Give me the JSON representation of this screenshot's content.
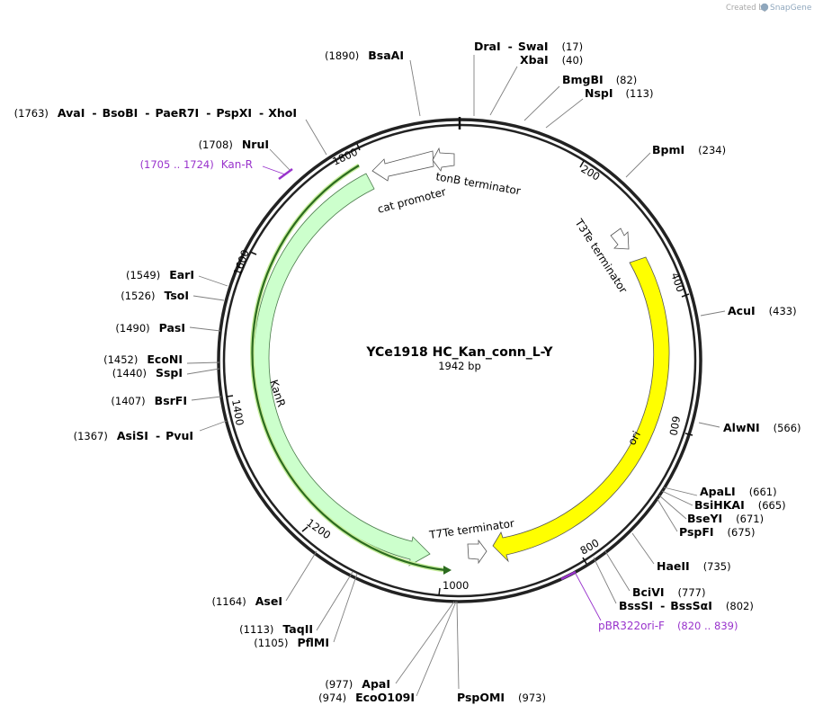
{
  "brand": {
    "created_by": "Created by",
    "product": "SnapGene"
  },
  "plasmid": {
    "name": "YCe1918 HC_Kan_conn_L-Y",
    "length_label": "1942 bp",
    "length": 1942
  },
  "ticks": [
    "200",
    "400",
    "600",
    "800",
    "1000",
    "1200",
    "1400",
    "1600",
    "1800"
  ],
  "sites": [
    {
      "names": [
        "DraI",
        "SwaI"
      ],
      "pos": "(17)"
    },
    {
      "names": [
        "XbaI"
      ],
      "pos": "(40)"
    },
    {
      "names": [
        "BmgBI"
      ],
      "pos": "(82)"
    },
    {
      "names": [
        "NspI"
      ],
      "pos": "(113)"
    },
    {
      "names": [
        "BpmI"
      ],
      "pos": "(234)"
    },
    {
      "names": [
        "AcuI"
      ],
      "pos": "(433)"
    },
    {
      "names": [
        "AlwNI"
      ],
      "pos": "(566)"
    },
    {
      "names": [
        "ApaLI"
      ],
      "pos": "(661)"
    },
    {
      "names": [
        "BsiHKAI"
      ],
      "pos": "(665)"
    },
    {
      "names": [
        "BseYI"
      ],
      "pos": "(671)"
    },
    {
      "names": [
        "PspFI"
      ],
      "pos": "(675)"
    },
    {
      "names": [
        "HaeII"
      ],
      "pos": "(735)"
    },
    {
      "names": [
        "BciVI"
      ],
      "pos": "(777)"
    },
    {
      "names": [
        "BssSI",
        "BssSαI"
      ],
      "pos": "(802)"
    },
    {
      "names": [
        "PspOMI"
      ],
      "pos": "(973)"
    },
    {
      "names": [
        "ApaI"
      ],
      "pos": "(977)"
    },
    {
      "names": [
        "EcoO109I"
      ],
      "pos": "(974)"
    },
    {
      "names": [
        "TaqII"
      ],
      "pos": "(1113)"
    },
    {
      "names": [
        "PflMI"
      ],
      "pos": "(1105)"
    },
    {
      "names": [
        "AseI"
      ],
      "pos": "(1164)"
    },
    {
      "names": [
        "AsiSI",
        "PvuI"
      ],
      "pos": "(1367)"
    },
    {
      "names": [
        "BsrFI"
      ],
      "pos": "(1407)"
    },
    {
      "names": [
        "SspI"
      ],
      "pos": "(1440)"
    },
    {
      "names": [
        "EcoNI"
      ],
      "pos": "(1452)"
    },
    {
      "names": [
        "PasI"
      ],
      "pos": "(1490)"
    },
    {
      "names": [
        "TsoI"
      ],
      "pos": "(1526)"
    },
    {
      "names": [
        "EarI"
      ],
      "pos": "(1549)"
    },
    {
      "names": [
        "NruI"
      ],
      "pos": "(1708)"
    },
    {
      "names": [
        "AvaI",
        "BsoBI",
        "PaeR7I",
        "PspXI",
        "XhoI"
      ],
      "pos": "(1763)"
    },
    {
      "names": [
        "BsaAI"
      ],
      "pos": "(1890)"
    }
  ],
  "primers": [
    {
      "name": "Kan-R",
      "pos": "(1705 .. 1724)",
      "color": "#9933cc"
    },
    {
      "name": "pBR322ori-F",
      "pos": "(820 .. 839)",
      "color": "#9933cc"
    }
  ],
  "features": [
    {
      "name": "T3Te terminator",
      "color": "#ffffff"
    },
    {
      "name": "ori",
      "color": "#ffff00"
    },
    {
      "name": "T7Te terminator",
      "color": "#ffffff"
    },
    {
      "name": "KanR",
      "color": "#ccffcc"
    },
    {
      "name": "cat promoter",
      "color": "#ffffff"
    },
    {
      "name": "tonB terminator",
      "color": "#ffffff"
    }
  ]
}
